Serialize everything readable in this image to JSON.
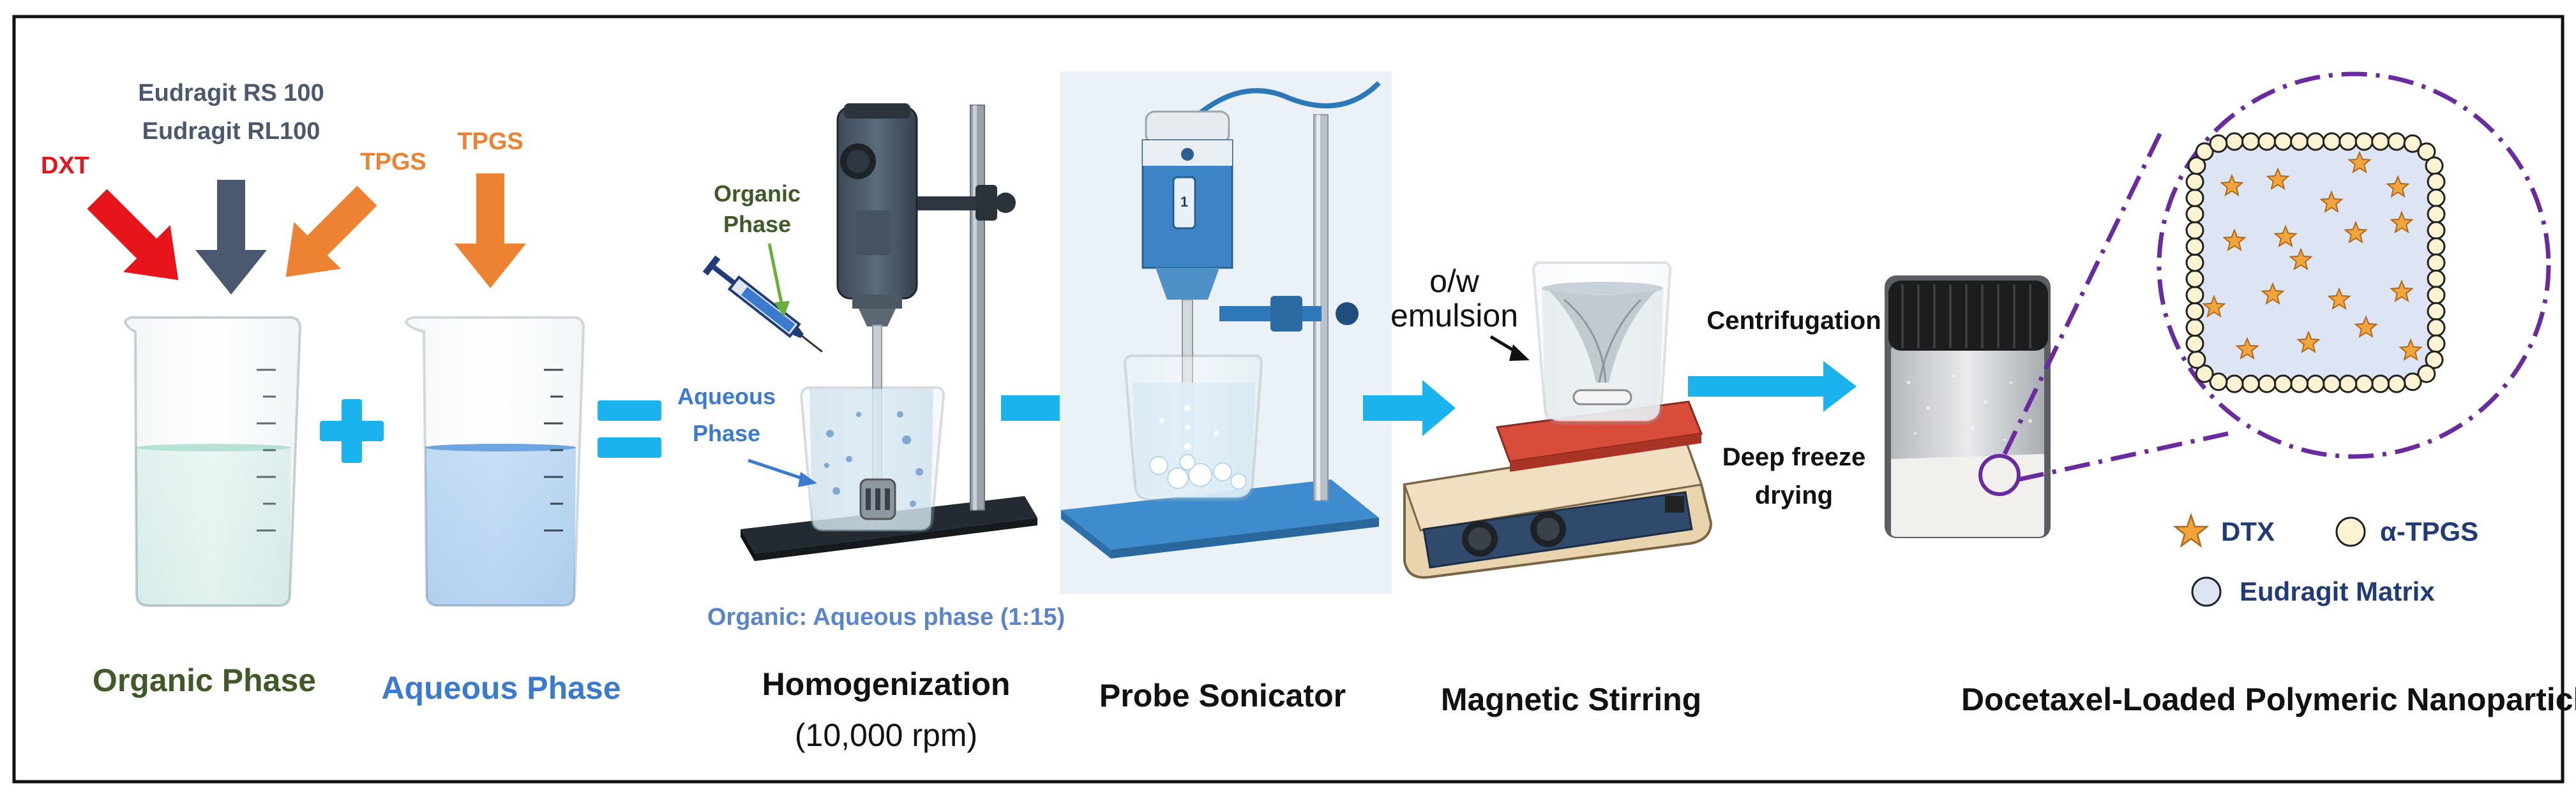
{
  "colors": {
    "red": "#e8141b",
    "slate": "#4a5870",
    "orange": "#ee8233",
    "darkgreen": "#3f5a26",
    "blue": "#3a7bd0",
    "cyan": "#1ab3ee",
    "navy": "#1f3c78",
    "purple": "#6a2aa0",
    "star": "#f2a53a"
  },
  "step1": {
    "dxt": "DXT",
    "polymer1": "Eudragit RS 100",
    "polymer2": "Eudragit RL100",
    "tpgs_left": "TPGS",
    "tpgs_right": "TPGS",
    "organic_label": "Organic Phase",
    "aqueous_label": "Aqueous Phase"
  },
  "homogenization": {
    "organic1": "Organic",
    "organic2": "Phase",
    "aqueous1": "Aqueous",
    "aqueous2": "Phase",
    "ratio": "Organic: Aqueous phase (1:15)",
    "title": "Homogenization",
    "speed": "(10,000 rpm)",
    "dial_digit": "1"
  },
  "sonicator": {
    "title": "Probe Sonicator"
  },
  "stirring": {
    "emulsion1": "o/w",
    "emulsion2": "emulsion",
    "title": "Magnetic Stirring"
  },
  "processing": {
    "centrifugation": "Centrifugation",
    "freeze1": "Deep freeze",
    "freeze2": "drying"
  },
  "nanoparticles": {
    "title": "Docetaxel-Loaded Polymeric Nanoparticles",
    "legend": {
      "dtx": "DTX",
      "tpgs": "α-TPGS",
      "matrix": "Eudragit Matrix"
    }
  }
}
